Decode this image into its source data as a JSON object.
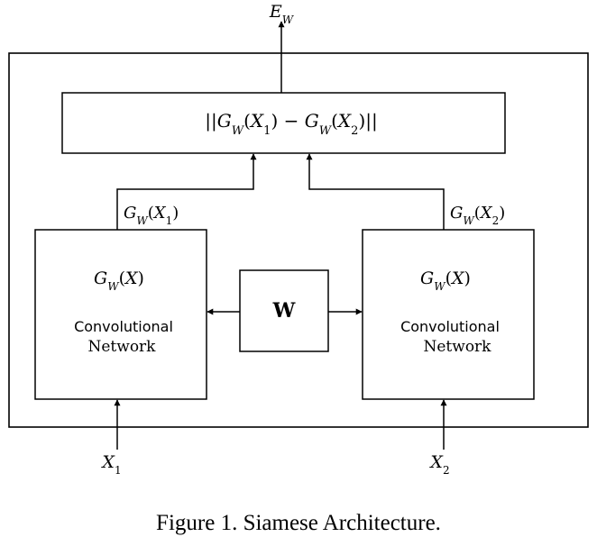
{
  "diagram": {
    "output_label": "E_W",
    "distance_expression": "||G_W(X_1) − G_W(X_2)||",
    "left_output_label": "G_W(X_1)",
    "right_output_label": "G_W(X_2)",
    "left_network": {
      "function_label": "G_W(X)",
      "title_line1": "Convolutional",
      "title_line2": "Network"
    },
    "right_network": {
      "function_label": "G_W(X)",
      "title_line1": "Convolutional",
      "title_line2": "Network"
    },
    "shared_weights_label": "W",
    "left_input_label": "X_1",
    "right_input_label": "X_2"
  },
  "caption": "Figure 1. Siamese Architecture."
}
